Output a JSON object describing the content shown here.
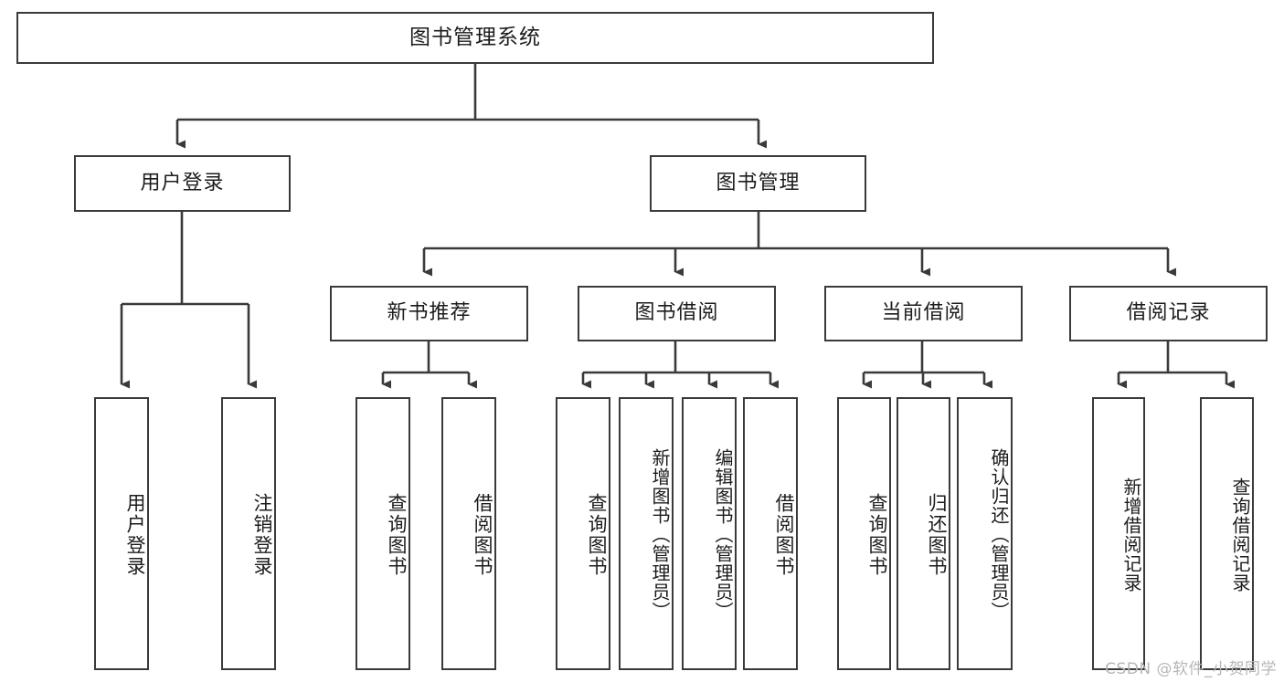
{
  "diagram": {
    "title": "图书管理系统",
    "type": "tree",
    "orientation": "top-down",
    "watermark": "CSDN @软件_小贺同学",
    "colors": {
      "background": "#ffffff",
      "box_border": "#3a3a3a",
      "box_fill": "#ffffff",
      "connector": "#3a3a3a",
      "text": "#1c1c1c",
      "watermark": "#b6b6b6"
    },
    "root": {
      "label": "图书管理系统"
    },
    "level2": [
      {
        "id": "user-login",
        "label": "用户登录"
      },
      {
        "id": "book-management",
        "label": "图书管理"
      }
    ],
    "level3": [
      {
        "id": "new-book-recommend",
        "label": "新书推荐",
        "parent": "book-management"
      },
      {
        "id": "book-borrow",
        "label": "图书借阅",
        "parent": "book-management"
      },
      {
        "id": "current-borrow",
        "label": "当前借阅",
        "parent": "book-management"
      },
      {
        "id": "borrow-record",
        "label": "借阅记录",
        "parent": "book-management"
      }
    ],
    "leaves": {
      "user-login": [
        {
          "id": "leaf-user-login",
          "label": "用户登录"
        },
        {
          "id": "leaf-user-logout",
          "label": "注销登录"
        }
      ],
      "new-book-recommend": [
        {
          "id": "leaf-query-book-1",
          "label": "查询图书"
        },
        {
          "id": "leaf-borrow-book-1",
          "label": "借阅图书"
        }
      ],
      "book-borrow": [
        {
          "id": "leaf-query-book-2",
          "label": "查询图书"
        },
        {
          "id": "leaf-add-book",
          "label": "新增图书（管理员）"
        },
        {
          "id": "leaf-edit-book",
          "label": "编辑图书（管理员）"
        },
        {
          "id": "leaf-borrow-book-2",
          "label": "借阅图书"
        }
      ],
      "current-borrow": [
        {
          "id": "leaf-query-book-3",
          "label": "查询图书"
        },
        {
          "id": "leaf-return-book",
          "label": "归还图书"
        },
        {
          "id": "leaf-confirm-return",
          "label": "确认归还（管理员）"
        }
      ],
      "borrow-record": [
        {
          "id": "leaf-add-record",
          "label": "新增借阅记录"
        },
        {
          "id": "leaf-query-record",
          "label": "查询借阅记录"
        }
      ]
    }
  }
}
